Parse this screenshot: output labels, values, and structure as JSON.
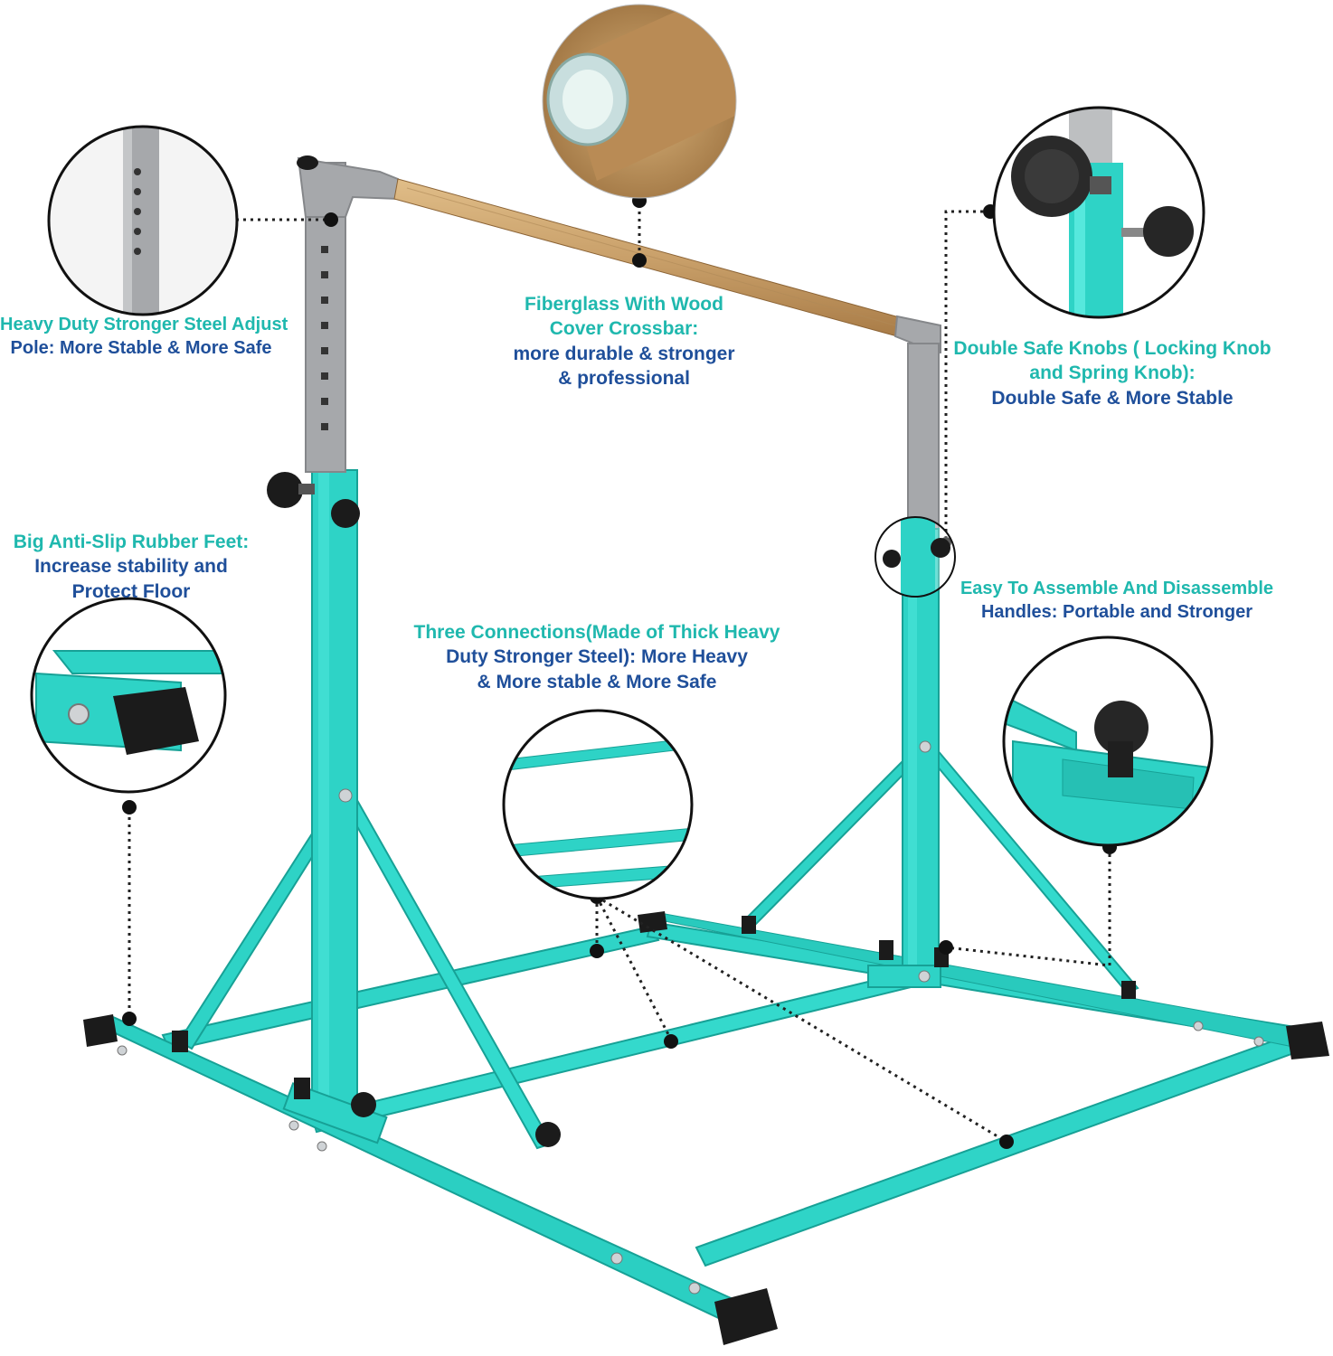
{
  "callouts": {
    "pole": {
      "line1": "Heavy Duty Stronger Steel Adjust",
      "line2": "Pole: More Stable & More Safe"
    },
    "crossbar": {
      "line1": "Fiberglass With Wood",
      "line2": "Cover Crossbar:",
      "line3": "more durable & stronger",
      "line4": "& professional"
    },
    "knobs": {
      "line1": "Double Safe Knobs ( Locking Knob",
      "line2": "and Spring Knob):",
      "line3": "Double Safe & More Stable"
    },
    "feet": {
      "line1": "Big Anti-Slip Rubber Feet:",
      "line2": "Increase stability and",
      "line3": "Protect Floor"
    },
    "connections": {
      "line1": "Three Connections(Made of Thick Heavy",
      "line2": "Duty Stronger Steel): More Heavy",
      "line3": "& More stable & More Safe"
    },
    "handles": {
      "line1": "Easy To Assemble And Disassemble",
      "line2": "Handles: Portable and Stronger"
    }
  },
  "colors": {
    "frame_teal": "#2ed3c6",
    "frame_shadow": "#1aa89c",
    "pole_grey": "#a6a8ab",
    "wood": "#c9a06a",
    "rubber": "#1b1b1b",
    "label_teal": "#1fb8ae",
    "label_blue": "#1f4f9a"
  }
}
